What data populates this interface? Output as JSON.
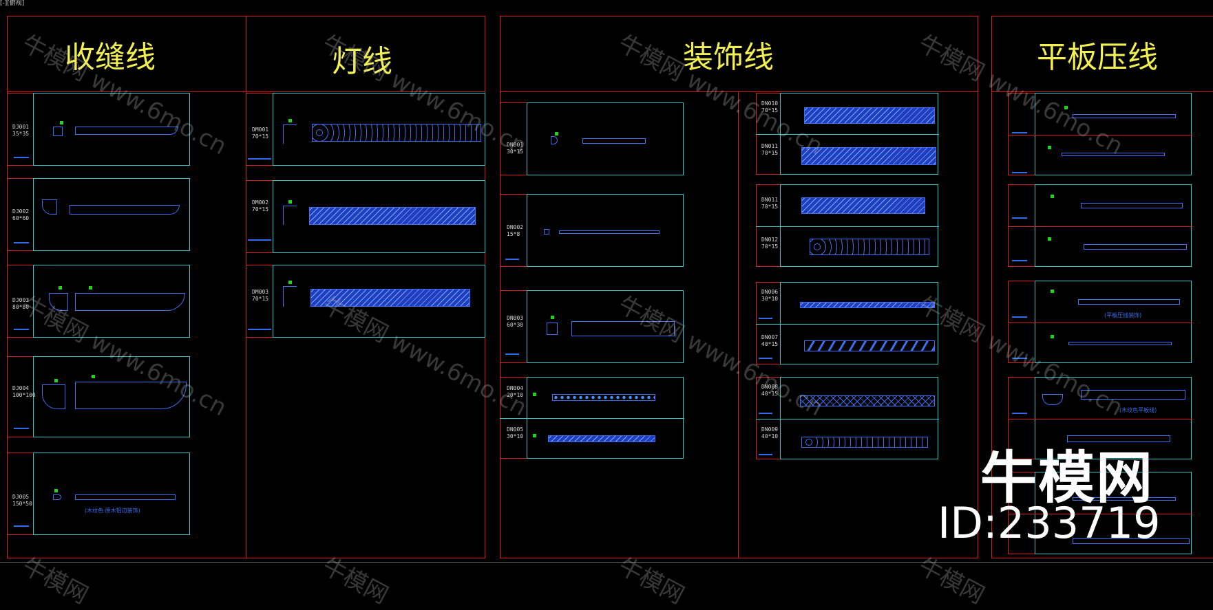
{
  "window_title": "[-][俯视]",
  "sections": {
    "shoufeng": {
      "title": "收缝线"
    },
    "dengxian": {
      "title": "灯线"
    },
    "zhuangshi": {
      "title": "装饰线"
    },
    "pingban": {
      "title": "平板压线"
    }
  },
  "shoufeng_items": [
    {
      "code": "DJ001",
      "size": "35*35"
    },
    {
      "code": "DJ002",
      "size": "60*60"
    },
    {
      "code": "DJ003",
      "size": "80*80"
    },
    {
      "code": "DJ004",
      "size": "100*100"
    },
    {
      "code": "DJ005",
      "size": "150*50",
      "note": "(木纹色·原木铝边装饰)"
    }
  ],
  "dengxian_items": [
    {
      "code": "DM001",
      "size": "70*15"
    },
    {
      "code": "DM002",
      "size": "70*15"
    },
    {
      "code": "DM003",
      "size": "70*15"
    }
  ],
  "zhuangshi_left": [
    {
      "code": "DN001",
      "size": "30*15"
    },
    {
      "code": "DN002",
      "size": "15*8"
    },
    {
      "code": "DN003",
      "size": "60*30"
    },
    {
      "code": "DN004",
      "size": "20*10"
    },
    {
      "code": "DN005",
      "size": "30*10"
    }
  ],
  "zhuangshi_right": [
    {
      "code": "DN010",
      "size": "70*15"
    },
    {
      "code": "DN011",
      "size": "70*15"
    },
    {
      "code": "DN011",
      "size": "70*15"
    },
    {
      "code": "DN012",
      "size": "70*15"
    },
    {
      "code": "DN006",
      "size": "30*10"
    },
    {
      "code": "DN007",
      "size": "40*15"
    },
    {
      "code": "DN008",
      "size": "40*15"
    },
    {
      "code": "DN009",
      "size": "40*10"
    }
  ],
  "pingban_notes": {
    "note1": "(平板压线装饰)",
    "note2": "(木纹色平板线)"
  },
  "watermark": {
    "brand": "牛模网",
    "url": "www.6mo.cn"
  },
  "brand": {
    "name": "牛模网",
    "id": "ID:233719"
  },
  "colors": {
    "frame": "#d42020",
    "card": "#2fc8c8",
    "title": "#f2ef52",
    "stroke": "#3d6ff2",
    "dim": "#1fd41f"
  }
}
